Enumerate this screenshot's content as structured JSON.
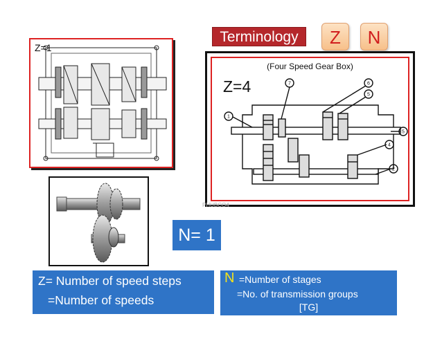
{
  "header": {
    "title": "Terminology",
    "badges": [
      "Z",
      "N"
    ]
  },
  "left_diagram": {
    "label": "Z=1"
  },
  "right_diagram": {
    "caption": "(Four Speed Gear Box)",
    "label": "Z=4",
    "callouts": [
      "1",
      "2",
      "4",
      "5",
      "6",
      "7"
    ]
  },
  "watermark": "PHUBCO4",
  "n_value": "N= 1",
  "definitions": {
    "z_line1": "Z= Number of speed steps",
    "z_line2": "=Number of speeds",
    "n_letter": "N",
    "n_line1": "=Number of stages",
    "n_line2": "=No. of transmission groups",
    "n_line3": "[TG]"
  },
  "colors": {
    "title_bg": "#b5272b",
    "box_blue": "#2f74c7",
    "frame_red": "#dd2222",
    "n_letter": "#f5e11a"
  }
}
